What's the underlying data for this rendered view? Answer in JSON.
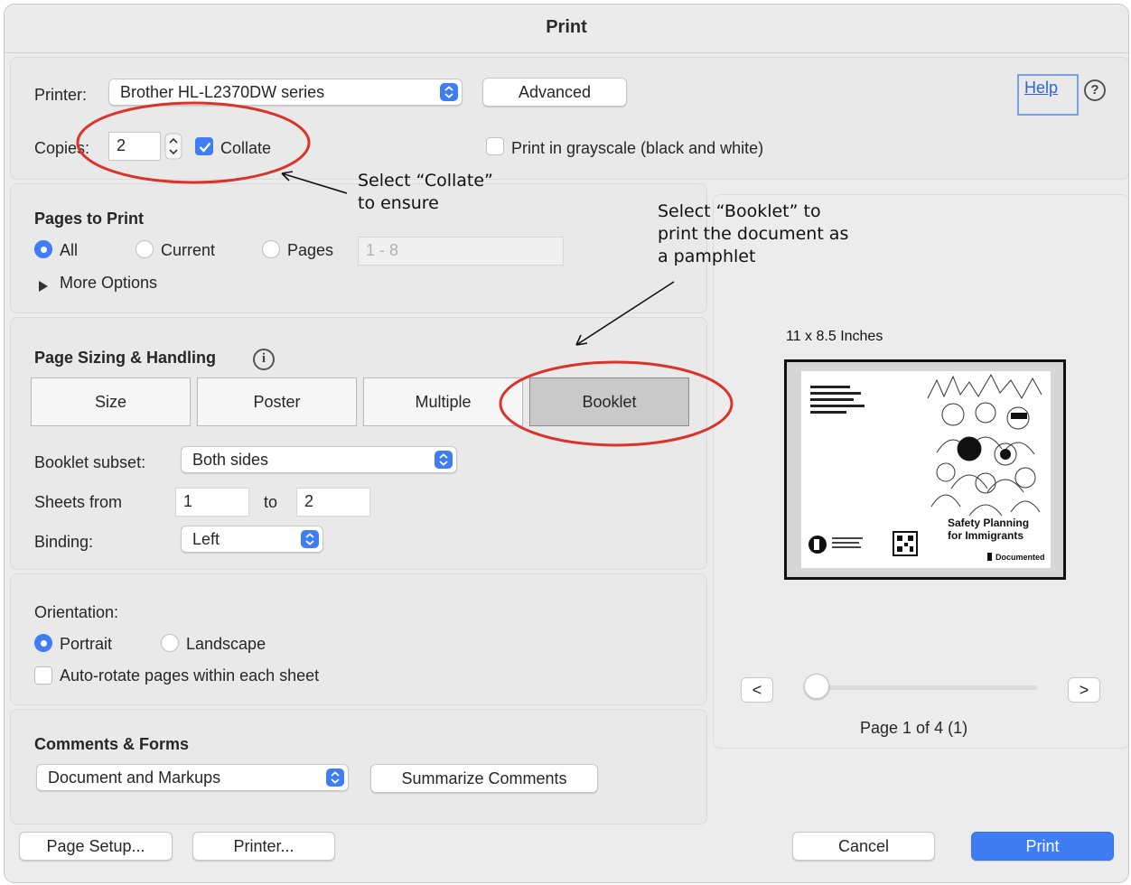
{
  "dialog": {
    "title": "Print"
  },
  "printer": {
    "label": "Printer:",
    "selected": "Brother HL-L2370DW series",
    "advanced_label": "Advanced",
    "help_label": "Help",
    "help_icon": "?",
    "copies_label": "Copies:",
    "copies_value": "2",
    "collate_label": "Collate",
    "collate_checked": true,
    "grayscale_label": "Print in grayscale (black and white)",
    "grayscale_checked": false
  },
  "pages_to_print": {
    "heading": "Pages to Print",
    "options": [
      "All",
      "Current",
      "Pages"
    ],
    "selected": "All",
    "range_placeholder": "1 - 8",
    "more_options": "More Options"
  },
  "page_sizing": {
    "heading": "Page Sizing & Handling",
    "info_icon": "i",
    "tabs": [
      "Size",
      "Poster",
      "Multiple",
      "Booklet"
    ],
    "active_tab": "Booklet",
    "booklet_subset_label": "Booklet subset:",
    "booklet_subset_value": "Both sides",
    "sheets_from_label": "Sheets from",
    "sheets_from_value": "1",
    "sheets_to_label": "to",
    "sheets_to_value": "2",
    "binding_label": "Binding:",
    "binding_value": "Left"
  },
  "orientation": {
    "heading": "Orientation:",
    "options": [
      "Portrait",
      "Landscape"
    ],
    "selected": "Portrait",
    "auto_rotate_label": "Auto-rotate pages within each sheet",
    "auto_rotate_checked": false
  },
  "comments_forms": {
    "heading": "Comments & Forms",
    "selected": "Document and Markups",
    "summarize_label": "Summarize Comments"
  },
  "preview": {
    "size_label": "11 x 8.5 Inches",
    "page_indicator": "Page 1 of 4 (1)",
    "prev_label": "<",
    "next_label": ">",
    "slider_position": 0,
    "doc_title_line1": "Safety Planning",
    "doc_title_line2": "for Immigrants",
    "doc_brand": "Documented"
  },
  "footer": {
    "page_setup_label": "Page Setup...",
    "printer_label": "Printer...",
    "cancel_label": "Cancel",
    "print_label": "Print"
  },
  "annotations": {
    "collate_note_line1": "Select “Collate”",
    "collate_note_line2": "to ensure",
    "booklet_note_line1": "Select “Booklet” to",
    "booklet_note_line2": "print the document as",
    "booklet_note_line3": "a pamphlet"
  },
  "colors": {
    "accent": "#3f7df4",
    "annotation_red": "#d9332a",
    "dialog_bg": "#ececec"
  }
}
